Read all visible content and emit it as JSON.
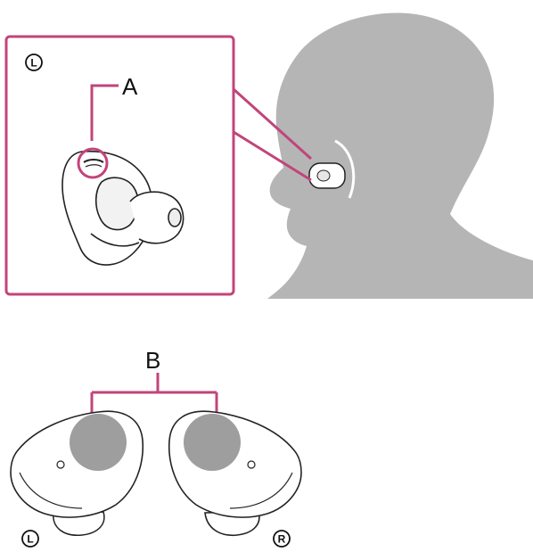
{
  "labels": {
    "callout_a": "A",
    "callout_b": "B"
  },
  "side_marks": {
    "inset": "L",
    "left_earbud": "L",
    "right_earbud": "R"
  },
  "colors": {
    "accent": "#c2447a",
    "silhouette": "#b5b5b5",
    "sensor": "#9e9e9e",
    "outline": "#222222"
  }
}
